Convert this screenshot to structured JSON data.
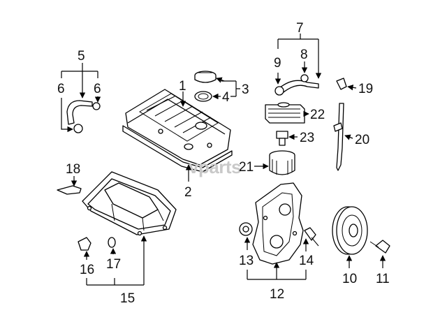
{
  "watermark": "vparts",
  "callouts": [
    "1",
    "2",
    "3",
    "4",
    "5",
    "6",
    "6",
    "7",
    "8",
    "9",
    "19",
    "22",
    "23",
    "20",
    "21",
    "18",
    "13",
    "14",
    "10",
    "11",
    "12",
    "16",
    "17",
    "15"
  ],
  "parts": {
    "valve_cover": "valve-cover",
    "oil_pan": "oil-pan",
    "timing_cover": "timing-cover",
    "crank_pulley": "crankshaft-pulley"
  }
}
